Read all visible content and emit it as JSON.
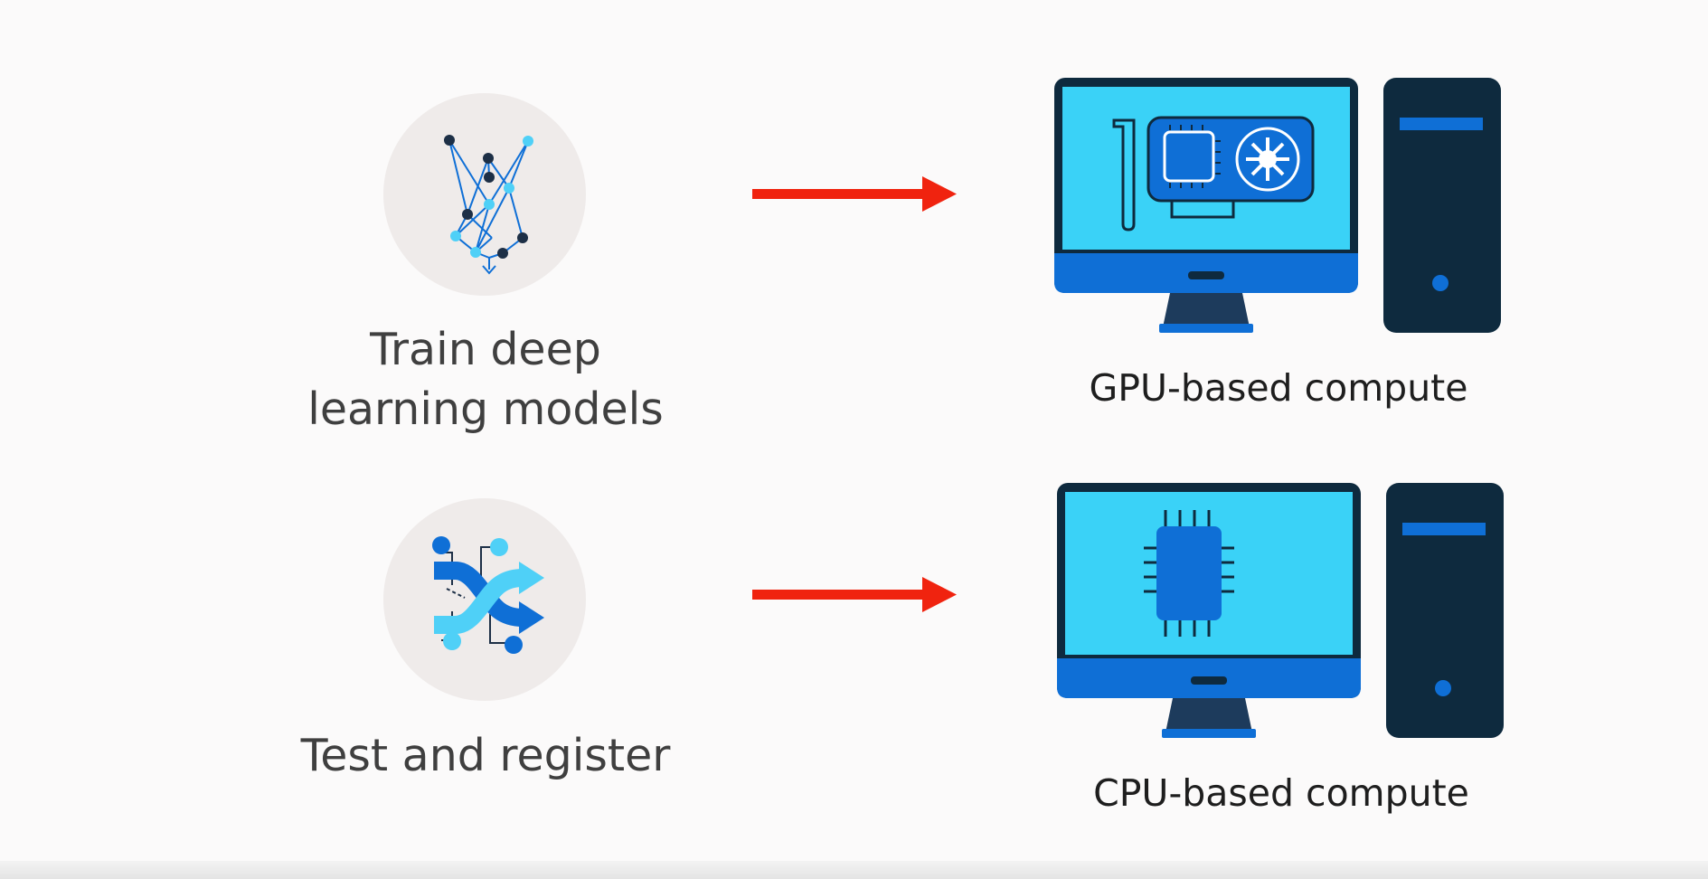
{
  "rows": [
    {
      "step_label": "Train deep\nlearning models",
      "step_icon": "neural-network-icon",
      "compute_label": "GPU-based compute",
      "compute_icon": "gpu-card-icon"
    },
    {
      "step_label": "Test and register",
      "step_icon": "shuffle-arrows-icon",
      "compute_label": "CPU-based compute",
      "compute_icon": "cpu-chip-icon"
    }
  ],
  "colors": {
    "arrow": "#f0230f",
    "screen": "#3ad2f7",
    "monitor_frame": "#0e2a3e",
    "accent_blue": "#0f6fd6",
    "circle_bg": "#efebea"
  }
}
